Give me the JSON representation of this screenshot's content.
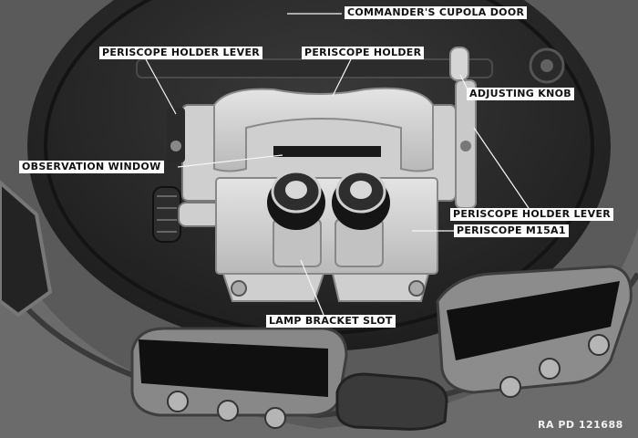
{
  "photo": {
    "callouts": {
      "cupola_door": "COMMANDER'S CUPOLA DOOR",
      "holder_lever_left": "PERISCOPE HOLDER LEVER",
      "holder": "PERISCOPE HOLDER",
      "adjusting_knob": "ADJUSTING KNOB",
      "observation_window": "OBSERVATION WINDOW",
      "holder_lever_right": "PERISCOPE HOLDER LEVER",
      "periscope": "PERISCOPE M15A1",
      "lamp_slot": "LAMP BRACKET SLOT"
    },
    "reference_code": "RA PD 121688"
  }
}
